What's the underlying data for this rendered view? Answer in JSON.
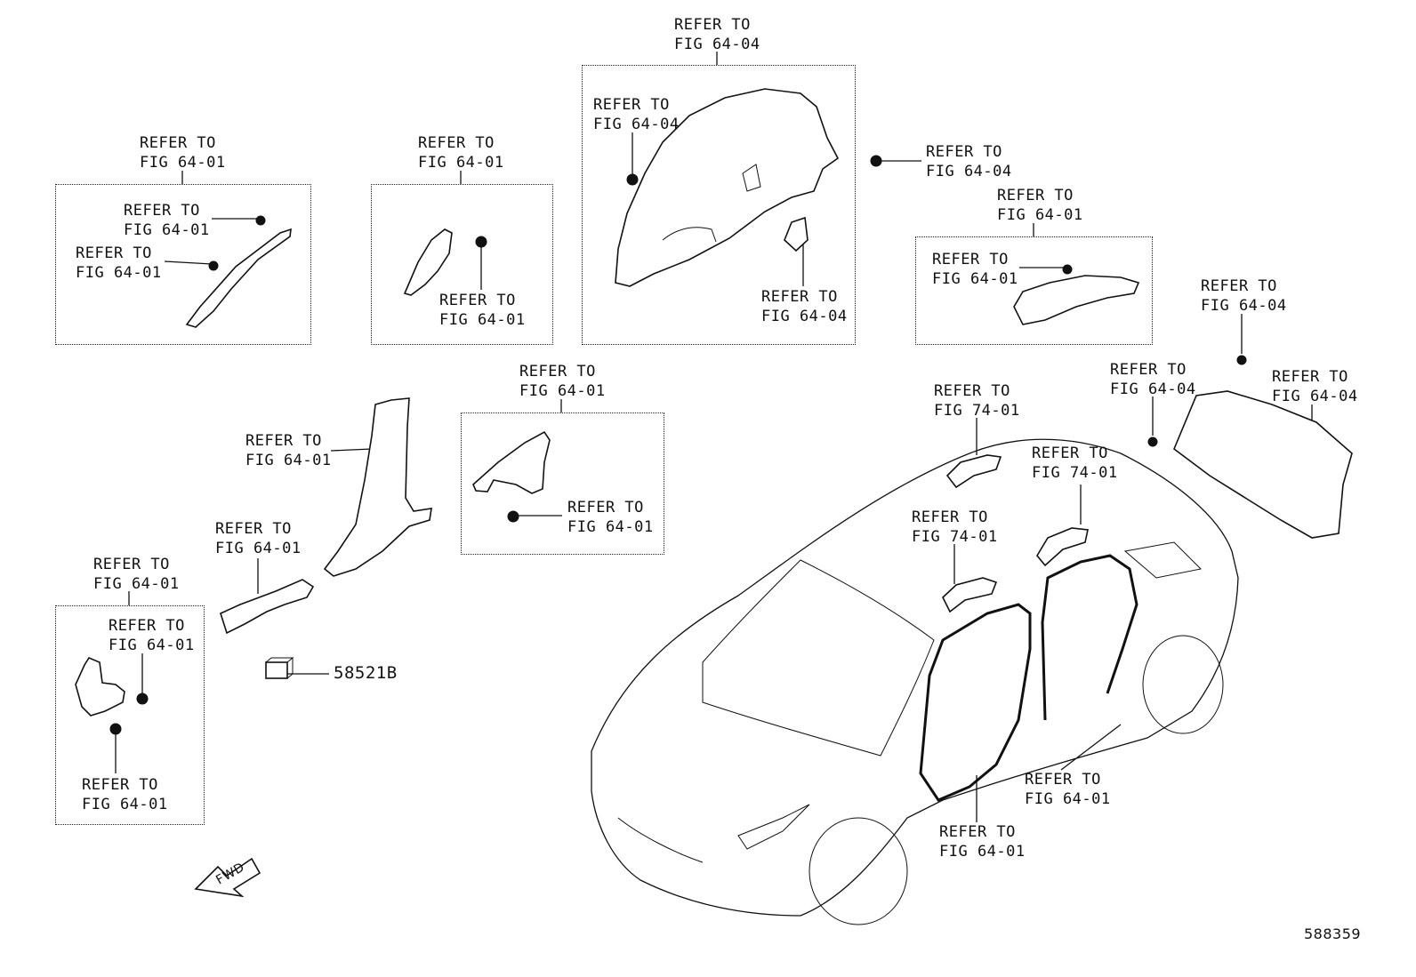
{
  "callouts": {
    "top_center": {
      "line1": "REFER TO",
      "line2": "FIG 64-04"
    },
    "box1_header": {
      "line1": "REFER TO",
      "line2": "FIG 64-01"
    },
    "box1_clip_a": {
      "line1": "REFER TO",
      "line2": "FIG 64-01"
    },
    "box1_clip_b": {
      "line1": "REFER TO",
      "line2": "FIG 64-01"
    },
    "box2_header": {
      "line1": "REFER TO",
      "line2": "FIG 64-01"
    },
    "box2_clip": {
      "line1": "REFER TO",
      "line2": "FIG 64-01"
    },
    "box3_clip": {
      "line1": "REFER TO",
      "line2": "FIG 64-04"
    },
    "box3_cover": {
      "line1": "REFER TO",
      "line2": "FIG 64-04"
    },
    "right_clip": {
      "line1": "REFER TO",
      "line2": "FIG 64-04"
    },
    "box4_header": {
      "line1": "REFER TO",
      "line2": "FIG 64-01"
    },
    "box4_clip": {
      "line1": "REFER TO",
      "line2": "FIG 64-01"
    },
    "pillar": {
      "line1": "REFER TO",
      "line2": "FIG 64-01"
    },
    "box5_header": {
      "line1": "REFER TO",
      "line2": "FIG 64-01"
    },
    "box5_clip": {
      "line1": "REFER TO",
      "line2": "FIG 64-01"
    },
    "scuff": {
      "line1": "REFER TO",
      "line2": "FIG 64-01"
    },
    "box6_header": {
      "line1": "REFER TO",
      "line2": "FIG 64-01"
    },
    "box6_clip_a": {
      "line1": "REFER TO",
      "line2": "FIG 64-01"
    },
    "box6_clip_b": {
      "line1": "REFER TO",
      "line2": "FIG 64-01"
    },
    "grip_rear": {
      "line1": "REFER TO",
      "line2": "FIG 74-01"
    },
    "grip_front": {
      "line1": "REFER TO",
      "line2": "FIG 74-01"
    },
    "grip_mid": {
      "line1": "REFER TO",
      "line2": "FIG 74-01"
    },
    "rear_clip_a": {
      "line1": "REFER TO",
      "line2": "FIG 64-04"
    },
    "rear_clip_b": {
      "line1": "REFER TO",
      "line2": "FIG 64-04"
    },
    "rear_trim": {
      "line1": "REFER TO",
      "line2": "FIG 64-04"
    },
    "weatherstrip_rear": {
      "line1": "REFER TO",
      "line2": "FIG 64-01"
    },
    "weatherstrip_front": {
      "line1": "REFER TO",
      "line2": "FIG 64-01"
    }
  },
  "part_number": "58521B",
  "fwd_label": "FWD",
  "figure_id": "588359"
}
